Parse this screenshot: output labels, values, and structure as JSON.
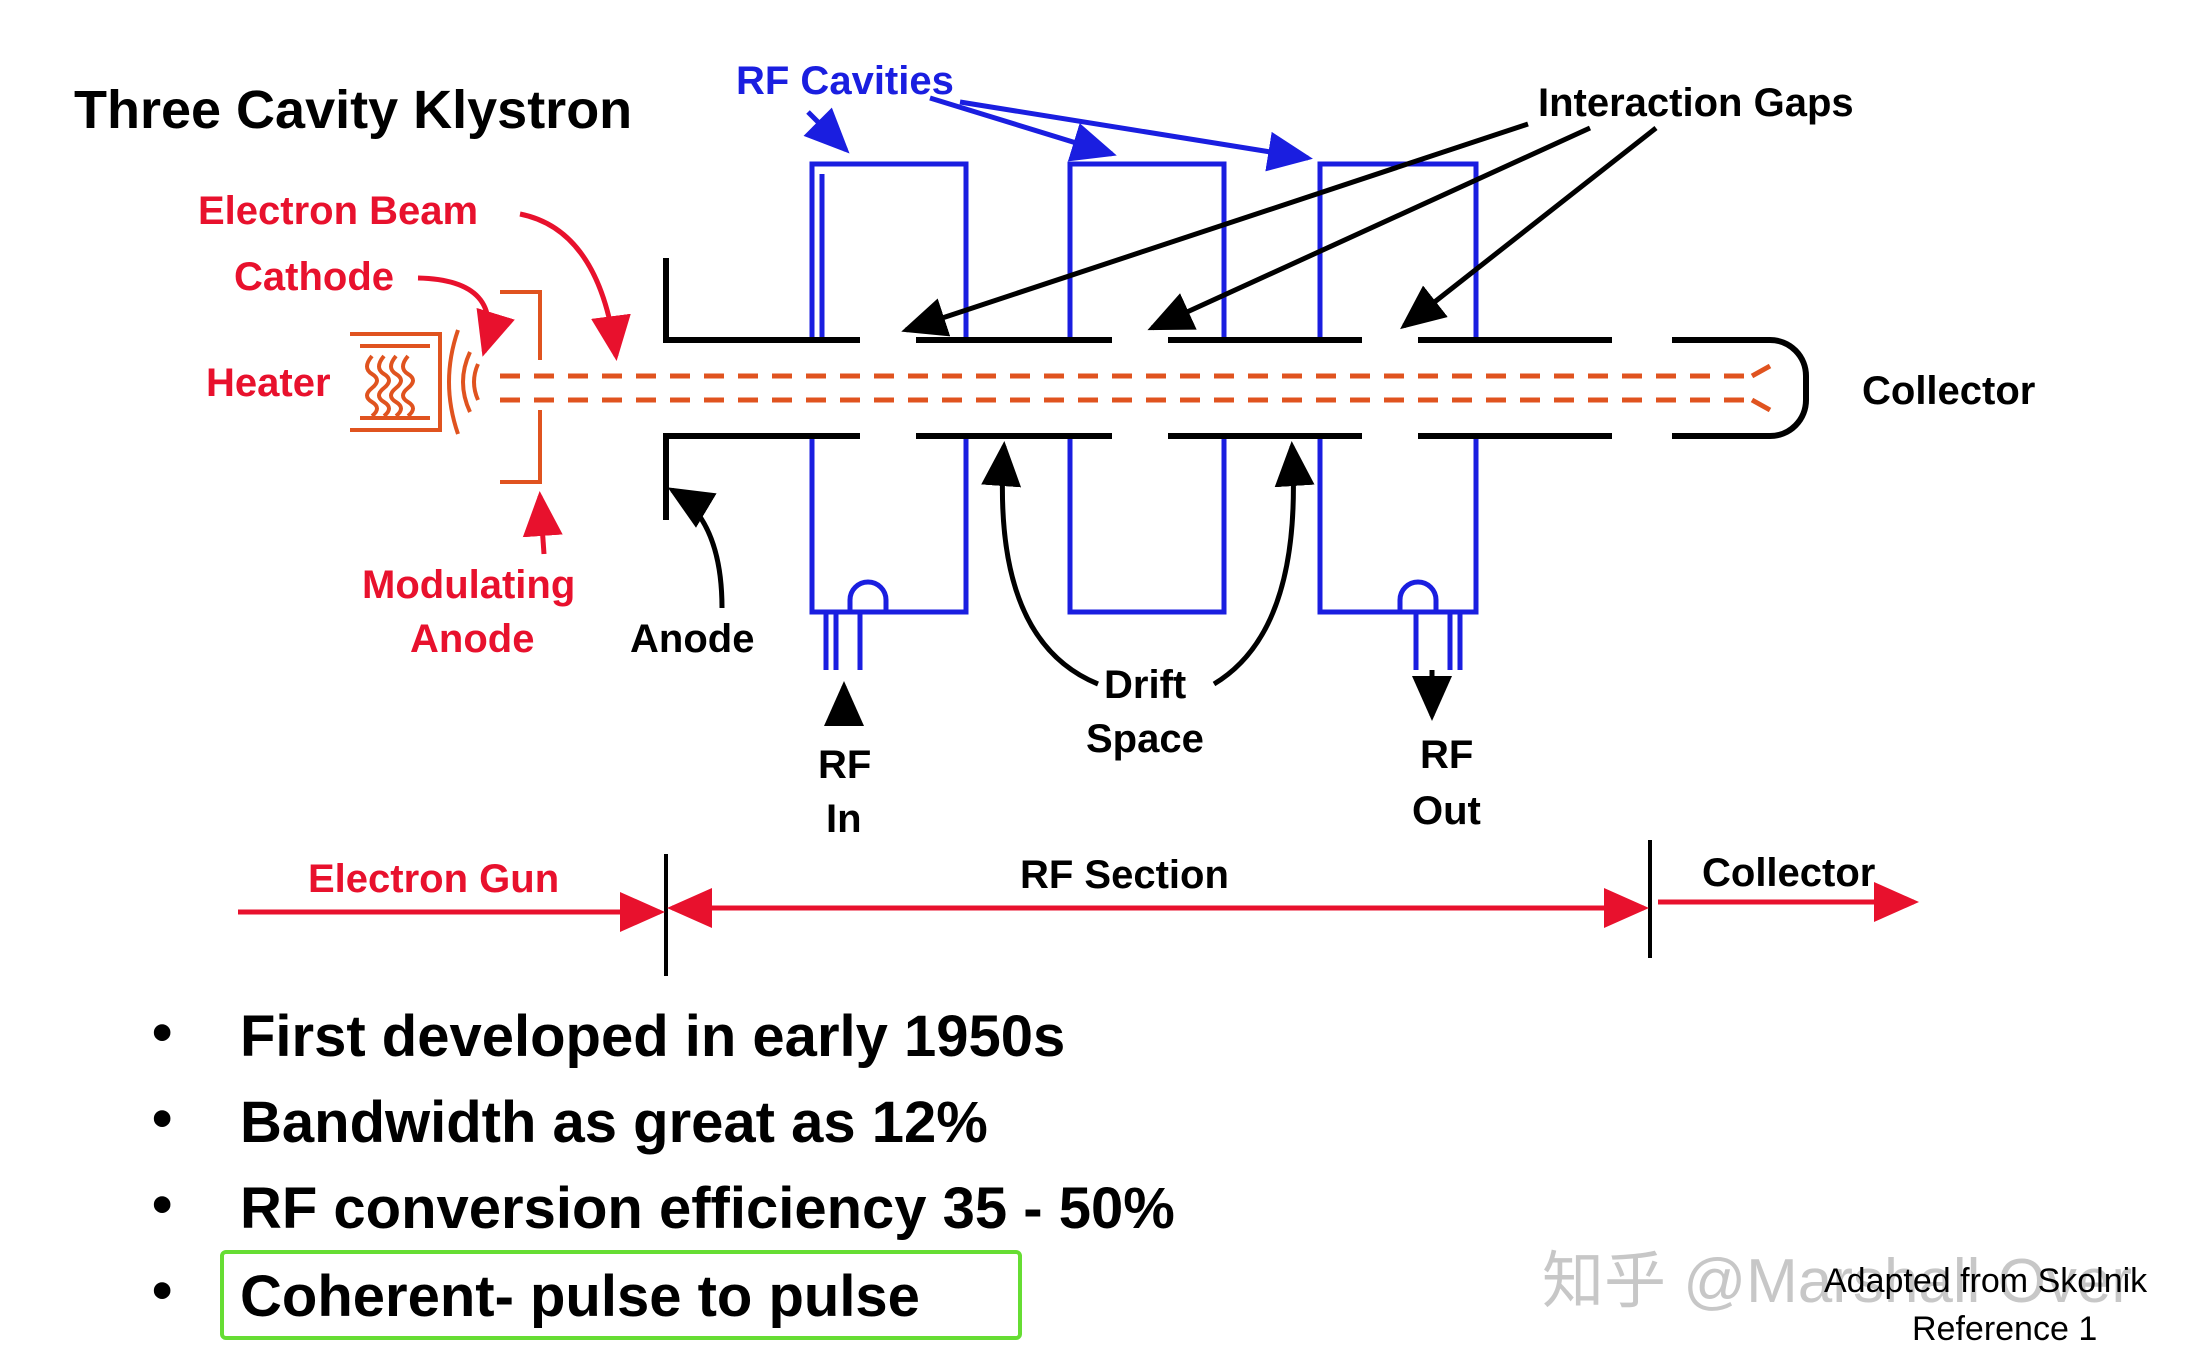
{
  "title": "Three Cavity Klystron",
  "labels": {
    "rf_cavities": "RF Cavities",
    "interaction_gaps": "Interaction Gaps",
    "electron_beam": "Electron Beam",
    "cathode": "Cathode",
    "heater": "Heater",
    "collector": "Collector",
    "modulating_anode_line1": "Modulating",
    "modulating_anode_line2": "Anode",
    "anode": "Anode",
    "drift_line1": "Drift",
    "drift_line2": "Space",
    "rf_in_line1": "RF",
    "rf_in_line2": "In",
    "rf_out_line1": "RF",
    "rf_out_line2": "Out"
  },
  "sections": {
    "electron_gun": "Electron Gun",
    "rf_section": "RF Section",
    "collector": "Collector"
  },
  "bullets": [
    "First developed in early 1950s",
    "Bandwidth as great as 12%",
    "RF conversion efficiency 35 - 50%",
    "Coherent- pulse to pulse"
  ],
  "bullet_symbol": "•",
  "reference": {
    "line1": "Adapted from Skolnik",
    "line2": "Reference 1"
  },
  "watermark": "知乎 @Marshall Over",
  "colors": {
    "red": "#e8112d",
    "blue": "#1a1ee0",
    "black": "#000000",
    "gun_orange": "#e0531f",
    "highlight_green": "#66dd33"
  }
}
